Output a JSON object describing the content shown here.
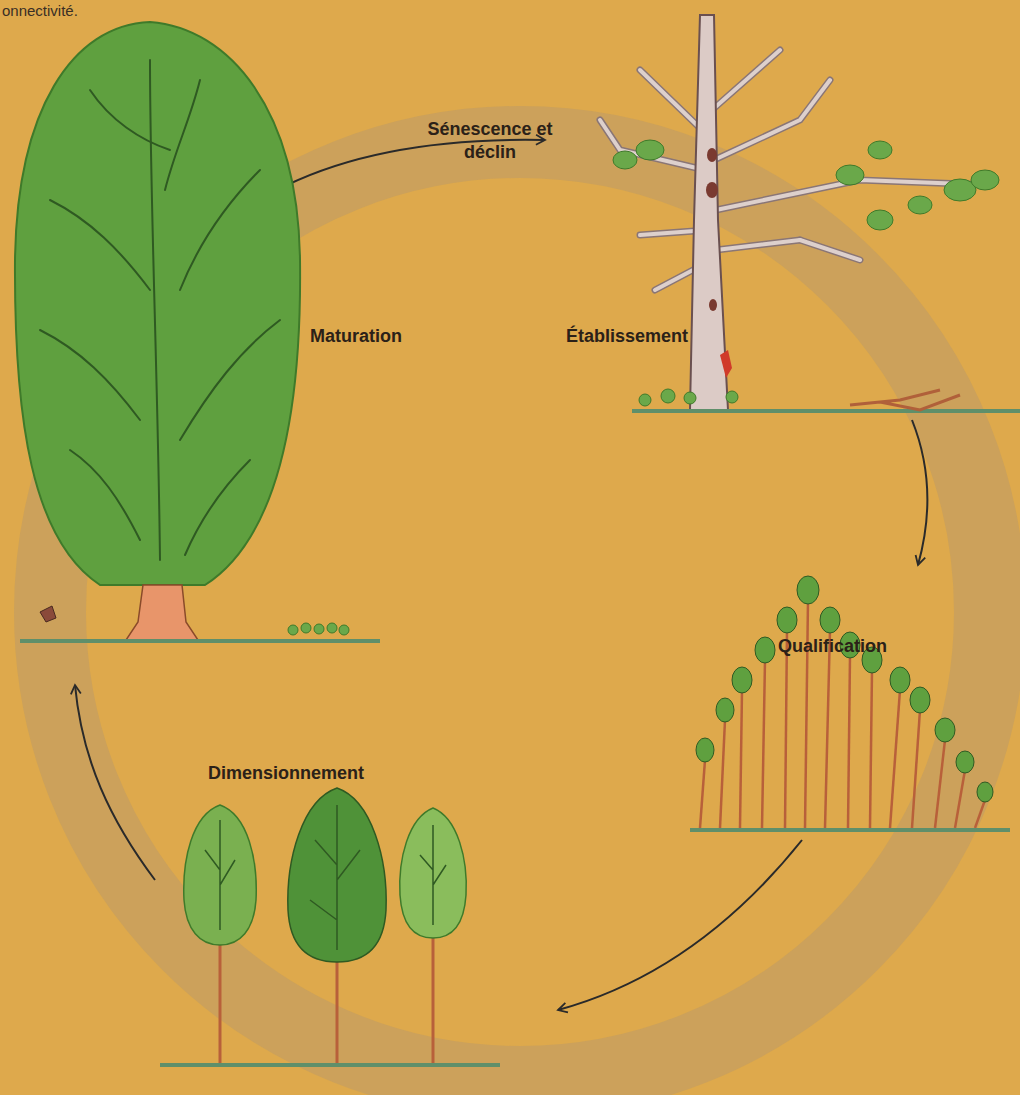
{
  "diagram": {
    "labels": [
      "onnectivité.",
      "Sénescence et déclin",
      "Maturation",
      "Établissement",
      "Qualification",
      "Dimensionnement"
    ]
  }
}
